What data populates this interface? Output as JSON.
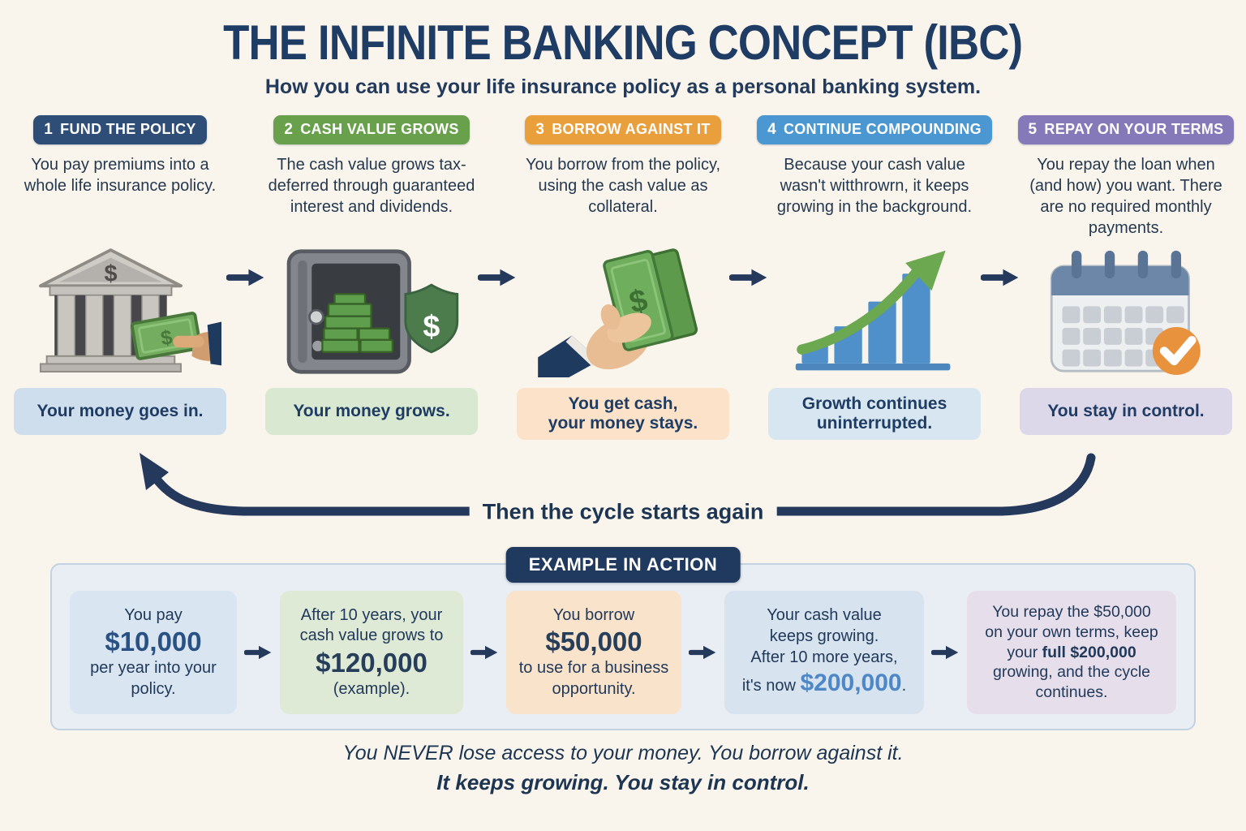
{
  "colors": {
    "background": "#faf5ec",
    "navy_text": "#1e3c64",
    "arrow_navy": "#24395c",
    "step1_badge": "#2e4d77",
    "step2_badge": "#68a04c",
    "step3_badge": "#e89f3c",
    "step4_badge": "#4a97d2",
    "step5_badge": "#8579ba",
    "example_panel": "#e9eef4",
    "amount_blue": "#2a5183",
    "amount_light_blue": "#4d87c7"
  },
  "header": {
    "title": "THE INFINITE BANKING CONCEPT (IBC)",
    "subtitle": "How you can use your life insurance policy as a personal banking system."
  },
  "steps": [
    {
      "number": "1",
      "label": "FUND THE POLICY",
      "description": "You pay premiums into a whole life insurance policy.",
      "icon": "bank-deposit-icon",
      "caption": "Your money goes in."
    },
    {
      "number": "2",
      "label": "CASH VALUE GROWS",
      "description": "The cash value grows tax-deferred through guaranteed interest and dividends.",
      "icon": "safe-cash-shield-icon",
      "caption": "Your money grows."
    },
    {
      "number": "3",
      "label": "BORROW AGAINST IT",
      "description": "You borrow from the policy, using the cash value as collateral.",
      "icon": "hand-holding-cash-icon",
      "caption": "You get cash,\nyour money stays."
    },
    {
      "number": "4",
      "label": "CONTINUE COMPOUNDING",
      "description": "Because your cash value wasn't witthrowrn, it keeps growing in the background.",
      "icon": "growth-bar-chart-icon",
      "caption": "Growth continues\nuninterrupted."
    },
    {
      "number": "5",
      "label": "REPAY ON YOUR TERMS",
      "description": "You repay the loan when (and how) you want. There are no required monthly payments.",
      "icon": "calendar-check-icon",
      "caption": "You stay in control."
    }
  ],
  "cycle": {
    "label": "Then the cycle starts again"
  },
  "example": {
    "header": "EXAMPLE IN ACTION",
    "boxes": [
      {
        "line1": "You pay",
        "amount": "$10,000",
        "line3": "per year into your\npolicy."
      },
      {
        "line1": "After 10 years, your\ncash value grows to",
        "amount": "$120,000",
        "line3": "(example)."
      },
      {
        "line1": "You borrow",
        "amount": "$50,000",
        "line3": "to use for a business\nopportunity."
      },
      {
        "line1": "Your cash value\nkeeps growing.\nAfter 10 more years,",
        "amount_prefix": "it's now ",
        "amount": "$200,000",
        "amount_suffix": "."
      },
      {
        "segment1": "You repay the $50,000\non your own terms, keep\nyour ",
        "bold": "full $200,000",
        "segment2": "\ngrowing, and the cycle\ncontinues."
      }
    ]
  },
  "footer": {
    "line1": "You NEVER lose access to your money. You borrow against it.",
    "line2": "It keeps growing. You stay in control."
  }
}
